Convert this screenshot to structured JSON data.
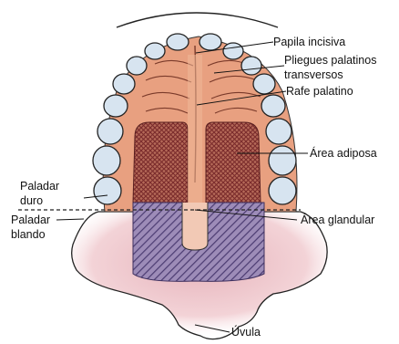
{
  "labels": {
    "papila_incisiva": "Papila incisiva",
    "pliegues_line1": "Pliegues palatinos",
    "pliegues_line2": "transversos",
    "rafe_palatino": "Rafe palatino",
    "area_adiposa": "Área adiposa",
    "paladar_duro_line1": "Paladar",
    "paladar_duro_line2": "duro",
    "paladar_blando_line1": "Paladar",
    "paladar_blando_line2": "blando",
    "area_glandular": "Área glandular",
    "uvula": "Úvula"
  },
  "colors": {
    "hard_palate": "#e8a080",
    "soft_palate": "#f0c8cc",
    "adipose_area": "#8c3a3a",
    "glandular_area": "#6f5a8e",
    "teeth": "#d7e4f0",
    "outline": "#222222"
  }
}
